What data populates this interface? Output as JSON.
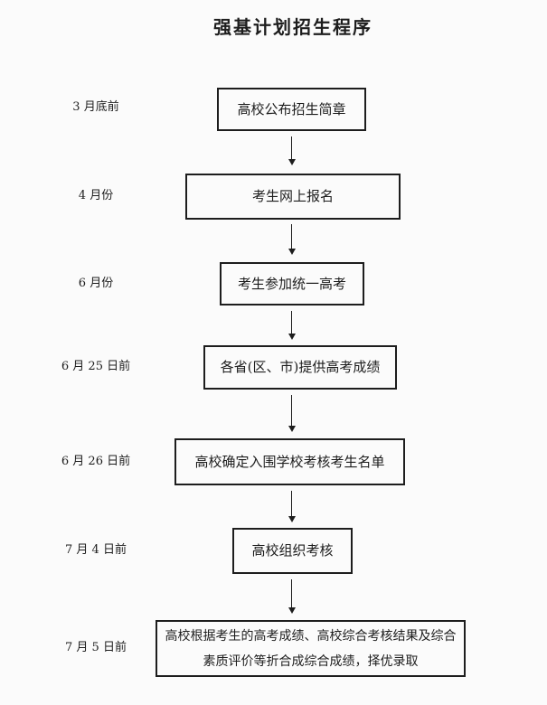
{
  "title": "强基计划招生程序",
  "flow": {
    "steps": [
      {
        "date": "3 月底前",
        "text": "高校公布招生简章"
      },
      {
        "date": "4 月份",
        "text": "考生网上报名"
      },
      {
        "date": "6 月份",
        "text": "考生参加统一高考"
      },
      {
        "date": "6 月 25 日前",
        "text": "各省(区、市)提供高考成绩"
      },
      {
        "date": "6 月 26 日前",
        "text": "高校确定入围学校考核考生名单"
      },
      {
        "date": "7 月 4 日前",
        "text": "高校组织考核"
      },
      {
        "date": "7 月 5 日前",
        "text": "高校根据考生的高考成绩、高校综合考核结果及综合素质评价等折合成综合成绩，择优录取"
      }
    ]
  },
  "colors": {
    "background": "#fbfbfb",
    "ink": "#1d1d1d"
  }
}
